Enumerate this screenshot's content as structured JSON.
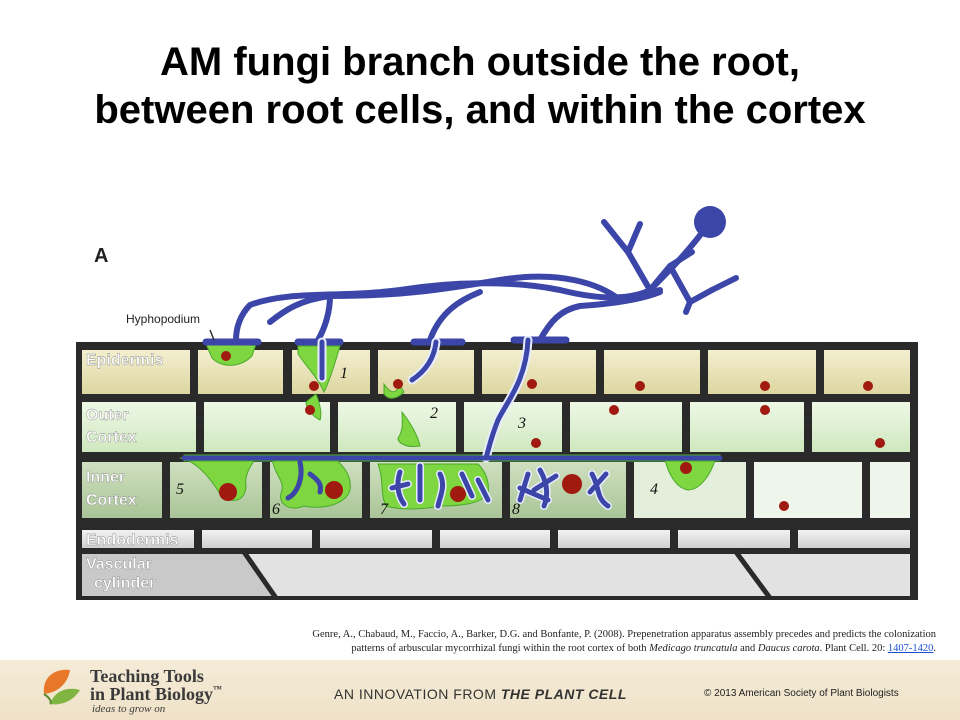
{
  "title": {
    "line1": "AM fungi branch outside the root,",
    "line2": "between root cells, and within the cortex"
  },
  "diagram": {
    "panel_label": "A",
    "hyphopodium_label": "Hyphopodium",
    "layers": {
      "epidermis": "Epidermis",
      "outer_cortex_1": "Outer",
      "outer_cortex_2": "Cortex",
      "inner_cortex_1": "Inner",
      "inner_cortex_2": "Cortex",
      "endodermis": "Endodermis",
      "vascular_1": "Vascular",
      "vascular_2": "cylinder"
    },
    "stage_numbers": [
      "1",
      "2",
      "3",
      "4",
      "5",
      "6",
      "7",
      "8"
    ]
  },
  "citation": {
    "line1": "Genre, A., Chabaud, M., Faccio, A., Barker, D.G. and Bonfante, P. (2008). Prepenetration apparatus assembly precedes and predicts the colonization",
    "line2_a": "patterns of arbuscular mycorrhizal fungi within the root cortex of both ",
    "line2_b": "Medicago truncatula",
    "line2_c": " and ",
    "line2_d": "Daucus carota",
    "line2_e": ". Plant Cell. 20: ",
    "link": "1407-1420",
    "line2_f": "."
  },
  "footer": {
    "brand_line1": "Teaching Tools",
    "brand_line2": "in Plant Biology",
    "trademark": "™",
    "tagline": "ideas to grow on",
    "innovation_prefix": "AN INNOVATION FROM ",
    "innovation_brand": "THE PLANT CELL",
    "copyright": "© 2013 American Society of Plant Biologists"
  },
  "colors": {
    "hypha": "#3c46a8",
    "epidermis": "#e8e2b4",
    "outer_cortex": "#dcf0d0",
    "inner_cortex": "#b8d0a8",
    "fungal_green": "#7ed640",
    "nucleus": "#a01a10"
  }
}
